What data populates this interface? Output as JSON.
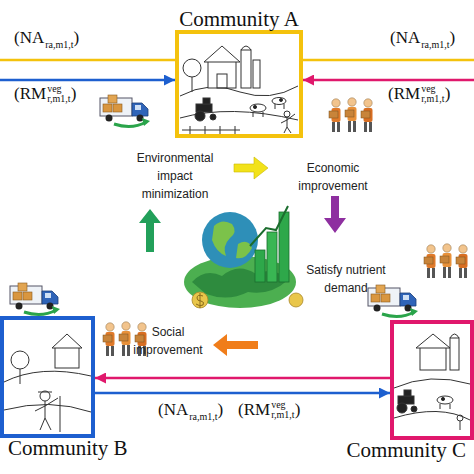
{
  "diagram": {
    "nodes": [
      {
        "text": [
          "Community A"
        ]
      },
      {
        "text": [
          "Community B"
        ]
      },
      {
        "text": [
          "Community C"
        ]
      }
    ],
    "edges": [
      {
        "from": 0,
        "to": 1,
        "arrow": "none"
      },
      {
        "from": 1,
        "to": 0,
        "arrow": "to"
      },
      {
        "from": 0,
        "to": 2,
        "arrow": "none"
      },
      {
        "from": 2,
        "to": 0,
        "arrow": "to"
      },
      {
        "from": 2,
        "to": 1,
        "arrow": "to"
      },
      {
        "from": 1,
        "to": 2,
        "arrow": "to"
      }
    ],
    "labels": [
      "(NA",
      "ra,m1,t",
      ")",
      "(RM",
      "veg",
      "r,m1,t",
      ")",
      "(NA",
      "ra,m1,t",
      ")",
      "(RM",
      "veg",
      "r,m1,t",
      ")",
      "Environmental impact minimization",
      "Economic improvement",
      "Satisfy nutrient demand",
      "Social improvement",
      "(NA",
      "ra,m1,t",
      ")",
      "(RM",
      "veg",
      "r,m1,t",
      ")"
    ]
  }
}
